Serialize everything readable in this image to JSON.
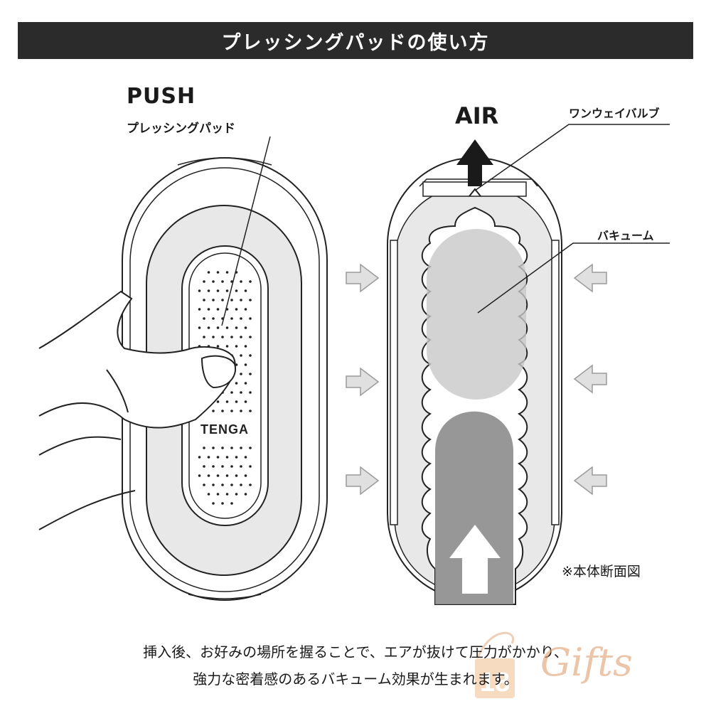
{
  "title": "プレッシングパッドの使い方",
  "labels": {
    "push": "PUSH",
    "pressing_pad": "プレッシングパッド",
    "air": "AIR",
    "one_way_valve": "ワンウェイバルブ",
    "vacuum": "バキューム",
    "section_note": "※本体断面図",
    "brand": "TENGA"
  },
  "caption": {
    "line1": "挿入後、お好みの場所を握ることで、エアが抜けて圧力がかかり、",
    "line2": "強力な密着感のあるバキューム効果が生まれます。"
  },
  "watermark": {
    "number": "18",
    "text": "Gifts"
  },
  "colors": {
    "title_bar": "#2b2b2b",
    "device_gray": "#e8e8e8",
    "vacuum_gray": "#c8c8c8",
    "core_gray": "#8c8c8c",
    "arrow_gray": "#d9d9d9",
    "watermark": "#e0a070"
  }
}
